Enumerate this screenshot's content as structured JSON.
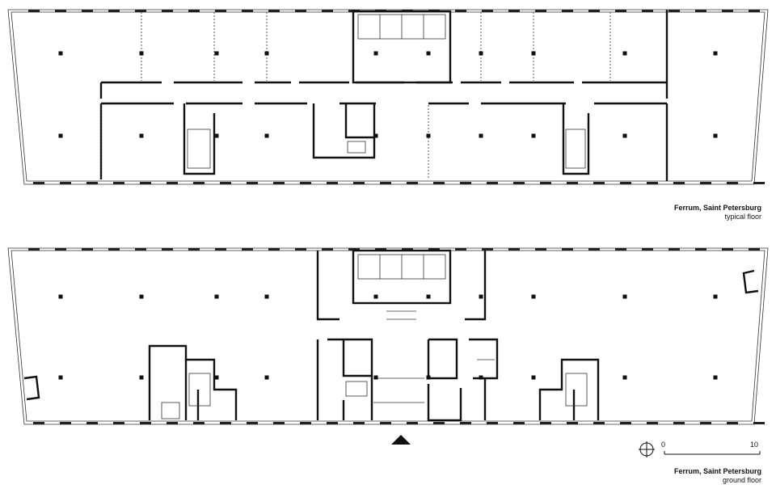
{
  "drawings": [
    {
      "title": "Ferrum, Saint Petersburg",
      "subtitle": "typical floor"
    },
    {
      "title": "Ferrum, Saint Petersburg",
      "subtitle": "ground floor"
    }
  ],
  "scale_bar": {
    "start": "0",
    "end": "10"
  },
  "icons": {
    "north": "north-arrow-icon",
    "entrance": "entrance-triangle-icon"
  }
}
